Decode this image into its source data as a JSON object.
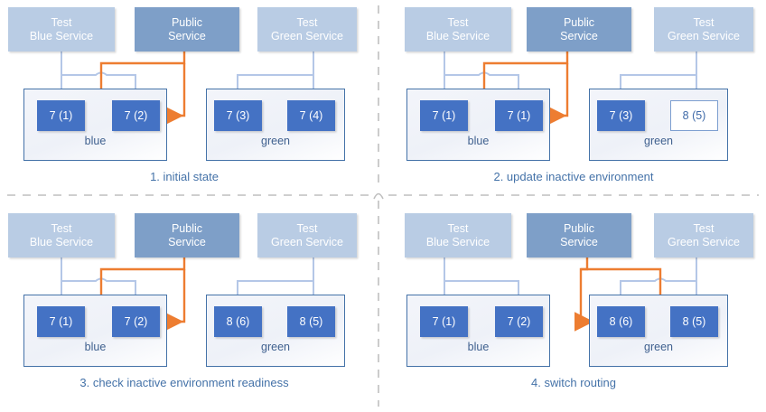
{
  "colors": {
    "test_service_fill": "#b9cce4",
    "public_service_fill": "#7e9fc8",
    "instance_fill": "#4472c4",
    "instance_empty_fill": "#ffffff",
    "env_border": "#4472a8",
    "caption_text": "#4472a8",
    "routing_arrow": "#ed7d31",
    "test_arrow": "#b4c7e7",
    "divider": "#bfbfbf"
  },
  "panels": [
    {
      "id": "panel-1",
      "caption": "1. initial state",
      "services": {
        "test_blue": "Test\nBlue Service",
        "test_blue_line1": "Test",
        "test_blue_line2": "Blue Service",
        "public_line1": "Public",
        "public_line2": "Service",
        "test_green_line1": "Test",
        "test_green_line2": "Green Service"
      },
      "environments": [
        {
          "name": "blue",
          "label": "blue",
          "instances": [
            {
              "label": "7 (1)",
              "state": "filled"
            },
            {
              "label": "7 (2)",
              "state": "filled"
            }
          ]
        },
        {
          "name": "green",
          "label": "green",
          "instances": [
            {
              "label": "7 (3)",
              "state": "filled"
            },
            {
              "label": "7 (4)",
              "state": "filled"
            }
          ]
        }
      ],
      "routing_target": "blue"
    },
    {
      "id": "panel-2",
      "caption": "2. update inactive environment",
      "services": {
        "test_blue_line1": "Test",
        "test_blue_line2": "Blue Service",
        "public_line1": "Public",
        "public_line2": "Service",
        "test_green_line1": "Test",
        "test_green_line2": "Green Service"
      },
      "environments": [
        {
          "name": "blue",
          "label": "blue",
          "instances": [
            {
              "label": "7 (1)",
              "state": "filled"
            },
            {
              "label": "7 (1)",
              "state": "filled"
            }
          ]
        },
        {
          "name": "green",
          "label": "green",
          "instances": [
            {
              "label": "7 (3)",
              "state": "filled"
            },
            {
              "label": "8 (5)",
              "state": "empty"
            }
          ]
        }
      ],
      "routing_target": "blue"
    },
    {
      "id": "panel-3",
      "caption": "3. check inactive environment readiness",
      "services": {
        "test_blue_line1": "Test",
        "test_blue_line2": "Blue Service",
        "public_line1": "Public",
        "public_line2": "Service",
        "test_green_line1": "Test",
        "test_green_line2": "Green Service"
      },
      "environments": [
        {
          "name": "blue",
          "label": "blue",
          "instances": [
            {
              "label": "7 (1)",
              "state": "filled"
            },
            {
              "label": "7 (2)",
              "state": "filled"
            }
          ]
        },
        {
          "name": "green",
          "label": "green",
          "instances": [
            {
              "label": "8 (6)",
              "state": "filled"
            },
            {
              "label": "8 (5)",
              "state": "filled"
            }
          ]
        }
      ],
      "routing_target": "blue"
    },
    {
      "id": "panel-4",
      "caption": "4. switch routing",
      "services": {
        "test_blue_line1": "Test",
        "test_blue_line2": "Blue Service",
        "public_line1": "Public",
        "public_line2": "Service",
        "test_green_line1": "Test",
        "test_green_line2": "Green Service"
      },
      "environments": [
        {
          "name": "blue",
          "label": "blue",
          "instances": [
            {
              "label": "7 (1)",
              "state": "filled"
            },
            {
              "label": "7 (2)",
              "state": "filled"
            }
          ]
        },
        {
          "name": "green",
          "label": "green",
          "instances": [
            {
              "label": "8 (6)",
              "state": "filled"
            },
            {
              "label": "8 (5)",
              "state": "filled"
            }
          ]
        }
      ],
      "routing_target": "green"
    }
  ]
}
